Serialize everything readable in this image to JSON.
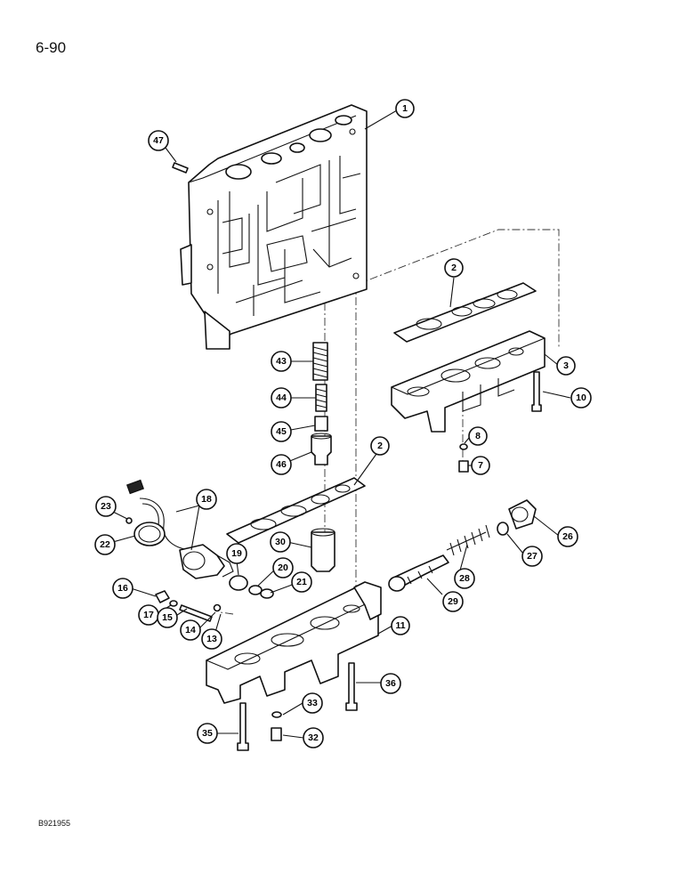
{
  "page_number": "6-90",
  "figure_code": "B921955",
  "callouts": {
    "c1": "1",
    "c2a": "2",
    "c2b": "2",
    "c3": "3",
    "c7": "7",
    "c8": "8",
    "c10": "10",
    "c11": "11",
    "c13": "13",
    "c14": "14",
    "c15": "15",
    "c16": "16",
    "c17": "17",
    "c18": "18",
    "c19": "19",
    "c20": "20",
    "c21": "21",
    "c22": "22",
    "c23": "23",
    "c26": "26",
    "c27": "27",
    "c28": "28",
    "c29": "29",
    "c30": "30",
    "c32": "32",
    "c33": "33",
    "c35": "35",
    "c36": "36",
    "c43": "43",
    "c44": "44",
    "c45": "45",
    "c46": "46",
    "c47": "47"
  }
}
